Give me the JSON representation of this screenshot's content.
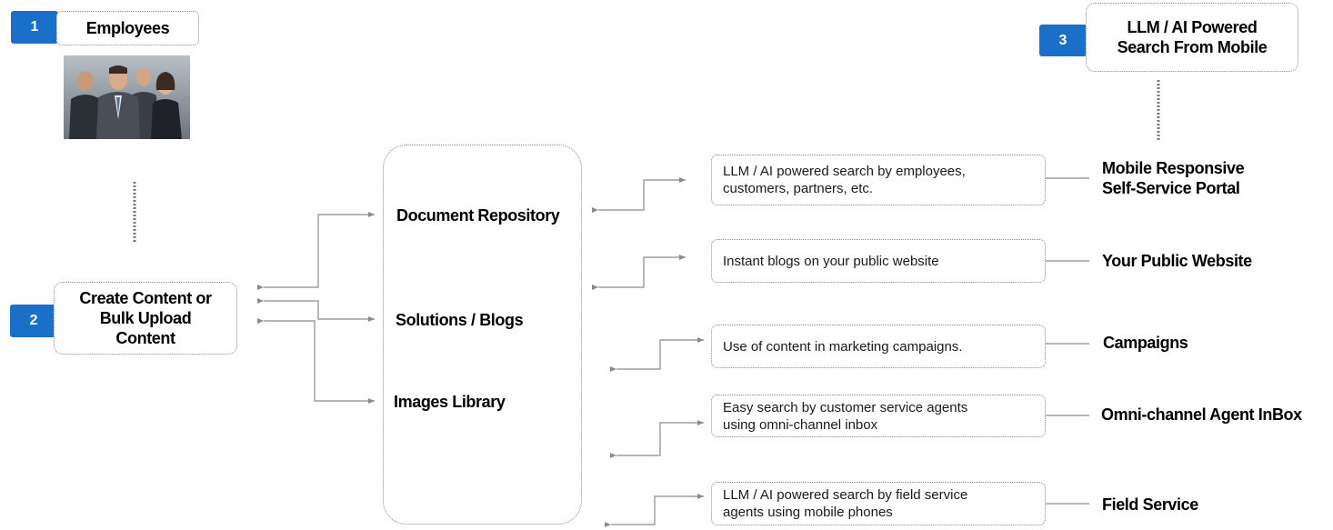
{
  "employees": {
    "number": "1",
    "label": "Employees"
  },
  "create": {
    "number": "2",
    "line1": "Create Content or",
    "line2": "Bulk Upload",
    "line3": "Content"
  },
  "mobile": {
    "number": "3",
    "line1": "LLM / AI Powered",
    "line2": "Search From Mobile"
  },
  "repository": {
    "sections": [
      "Document Repository",
      "Solutions / Blogs",
      "Images Library"
    ]
  },
  "channels": [
    {
      "desc1": "LLM / AI powered search by employees,",
      "desc2": "customers, partners, etc.",
      "name1": "Mobile Responsive",
      "name2": "Self-Service Portal"
    },
    {
      "desc1": "Instant blogs on your public website",
      "desc2": "",
      "name1": "Your Public Website",
      "name2": ""
    },
    {
      "desc1": "Use of content in marketing campaigns.",
      "desc2": "",
      "name1": "Campaigns",
      "name2": ""
    },
    {
      "desc1": "Easy search by customer service agents",
      "desc2": "using omni-channel inbox",
      "name1": "Omni-channel Agent InBox",
      "name2": ""
    },
    {
      "desc1": "LLM / AI powered search by field service",
      "desc2": "agents using mobile phones",
      "name1": "Field Service",
      "name2": ""
    }
  ],
  "colors": {
    "badge": "#1a6fc9",
    "connector": "#8a8a8a"
  },
  "icons": {
    "photo": "business-team-photo"
  }
}
